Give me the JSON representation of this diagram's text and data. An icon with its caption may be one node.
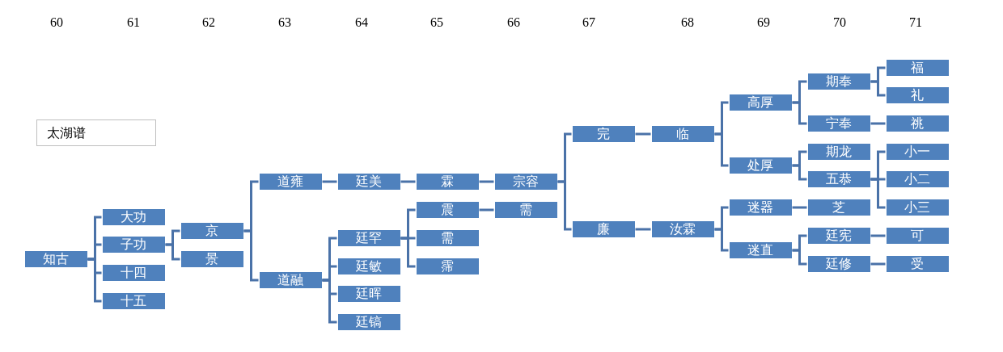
{
  "diagram": {
    "nodes": [
      {
        "text": [
          "太湖谱"
        ]
      },
      {
        "text": [
          "知古"
        ]
      },
      {
        "text": [
          "大功"
        ]
      },
      {
        "text": [
          "子功"
        ]
      },
      {
        "text": [
          "十四"
        ]
      },
      {
        "text": [
          "十五"
        ]
      },
      {
        "text": [
          "京"
        ]
      },
      {
        "text": [
          "景"
        ]
      },
      {
        "text": [
          "道雍"
        ]
      },
      {
        "text": [
          "道融"
        ]
      },
      {
        "text": [
          "廷美"
        ]
      },
      {
        "text": [
          "廷罕"
        ]
      },
      {
        "text": [
          "廷敏"
        ]
      },
      {
        "text": [
          "廷晖"
        ]
      },
      {
        "text": [
          "廷镐"
        ]
      },
      {
        "text": [
          "霖"
        ]
      },
      {
        "text": [
          "震"
        ]
      },
      {
        "text": [
          "需"
        ]
      },
      {
        "text": [
          "霈"
        ]
      },
      {
        "text": [
          "宗容"
        ]
      },
      {
        "text": [
          "需"
        ]
      },
      {
        "text": [
          "完"
        ]
      },
      {
        "text": [
          "廉"
        ]
      },
      {
        "text": [
          "临"
        ]
      },
      {
        "text": [
          "汝霖"
        ]
      },
      {
        "text": [
          "高厚"
        ]
      },
      {
        "text": [
          "处厚"
        ]
      },
      {
        "text": [
          "迷器"
        ]
      },
      {
        "text": [
          "迷直"
        ]
      },
      {
        "text": [
          "期奉"
        ]
      },
      {
        "text": [
          "宁奉"
        ]
      },
      {
        "text": [
          "期龙"
        ]
      },
      {
        "text": [
          "五恭"
        ]
      },
      {
        "text": [
          "芝"
        ]
      },
      {
        "text": [
          "廷宪"
        ]
      },
      {
        "text": [
          "廷修"
        ]
      },
      {
        "text": [
          "福"
        ]
      },
      {
        "text": [
          "礼"
        ]
      },
      {
        "text": [
          "祧"
        ]
      },
      {
        "text": [
          "小一"
        ]
      },
      {
        "text": [
          "小二"
        ]
      },
      {
        "text": [
          "小三"
        ]
      },
      {
        "text": [
          "可"
        ]
      },
      {
        "text": [
          "受"
        ]
      }
    ],
    "edges": [
      {
        "from": 1,
        "to": 2,
        "arrow": "none"
      },
      {
        "from": 1,
        "to": 3,
        "arrow": "none"
      },
      {
        "from": 1,
        "to": 4,
        "arrow": "none"
      },
      {
        "from": 1,
        "to": 5,
        "arrow": "none"
      },
      {
        "from": 3,
        "to": 6,
        "arrow": "none"
      },
      {
        "from": 3,
        "to": 7,
        "arrow": "none"
      },
      {
        "from": 6,
        "to": 8,
        "arrow": "none"
      },
      {
        "from": 6,
        "to": 9,
        "arrow": "none"
      },
      {
        "from": 8,
        "to": 10,
        "arrow": "none"
      },
      {
        "from": 9,
        "to": 11,
        "arrow": "none"
      },
      {
        "from": 9,
        "to": 12,
        "arrow": "none"
      },
      {
        "from": 9,
        "to": 13,
        "arrow": "none"
      },
      {
        "from": 9,
        "to": 14,
        "arrow": "none"
      },
      {
        "from": 10,
        "to": 15,
        "arrow": "none"
      },
      {
        "from": 11,
        "to": 16,
        "arrow": "none"
      },
      {
        "from": 11,
        "to": 17,
        "arrow": "none"
      },
      {
        "from": 11,
        "to": 18,
        "arrow": "none"
      },
      {
        "from": 15,
        "to": 19,
        "arrow": "none"
      },
      {
        "from": 16,
        "to": 20,
        "arrow": "none"
      },
      {
        "from": 19,
        "to": 21,
        "arrow": "none"
      },
      {
        "from": 19,
        "to": 22,
        "arrow": "none"
      },
      {
        "from": 21,
        "to": 23,
        "arrow": "none"
      },
      {
        "from": 22,
        "to": 24,
        "arrow": "none"
      },
      {
        "from": 23,
        "to": 25,
        "arrow": "none"
      },
      {
        "from": 23,
        "to": 26,
        "arrow": "none"
      },
      {
        "from": 24,
        "to": 27,
        "arrow": "none"
      },
      {
        "from": 24,
        "to": 28,
        "arrow": "none"
      },
      {
        "from": 25,
        "to": 29,
        "arrow": "none"
      },
      {
        "from": 25,
        "to": 30,
        "arrow": "none"
      },
      {
        "from": 26,
        "to": 31,
        "arrow": "none"
      },
      {
        "from": 26,
        "to": 32,
        "arrow": "none"
      },
      {
        "from": 27,
        "to": 33,
        "arrow": "none"
      },
      {
        "from": 28,
        "to": 34,
        "arrow": "none"
      },
      {
        "from": 28,
        "to": 35,
        "arrow": "none"
      },
      {
        "from": 29,
        "to": 36,
        "arrow": "none"
      },
      {
        "from": 29,
        "to": 37,
        "arrow": "none"
      },
      {
        "from": 30,
        "to": 38,
        "arrow": "none"
      },
      {
        "from": 32,
        "to": 39,
        "arrow": "none"
      },
      {
        "from": 32,
        "to": 40,
        "arrow": "none"
      },
      {
        "from": 32,
        "to": 41,
        "arrow": "none"
      },
      {
        "from": 34,
        "to": 42,
        "arrow": "none"
      },
      {
        "from": 35,
        "to": 43,
        "arrow": "none"
      }
    ],
    "labels": [
      "60",
      "61",
      "62",
      "63",
      "64",
      "65",
      "66",
      "67",
      "68",
      "69",
      "70",
      "71"
    ]
  }
}
